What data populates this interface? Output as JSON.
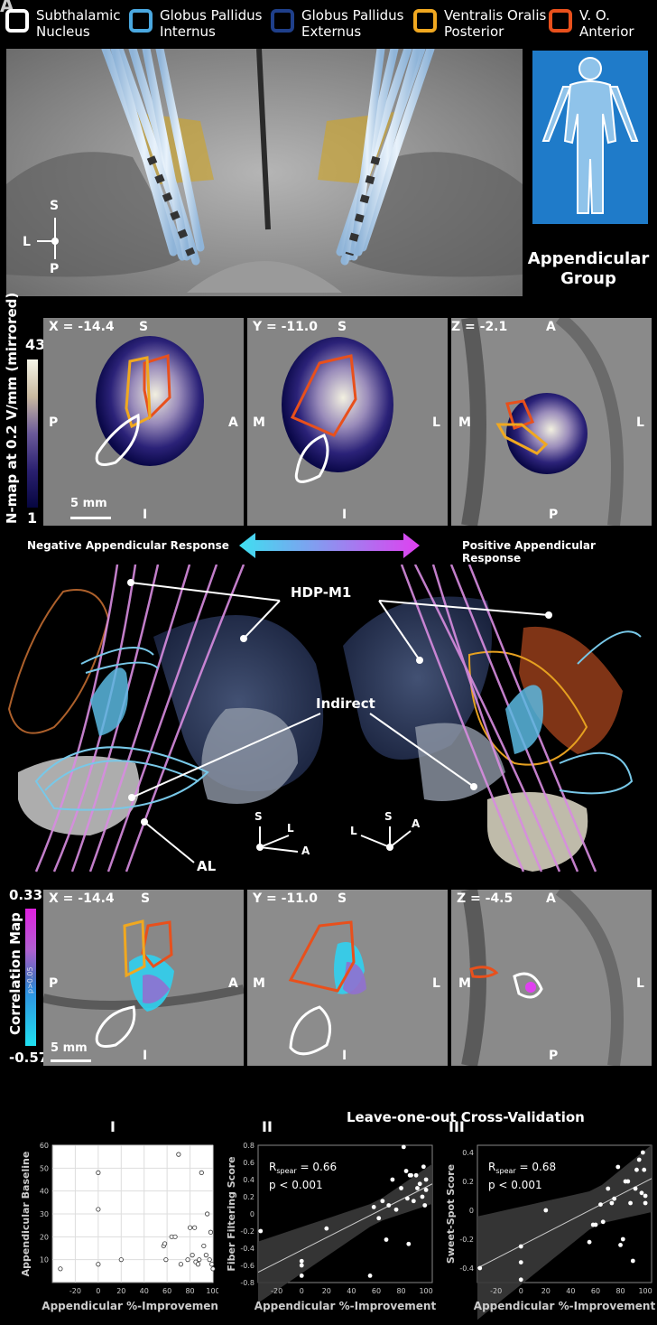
{
  "panel_letter": "A",
  "legend": [
    {
      "label": "Subthalamic\nNucleus",
      "color": "#ffffff"
    },
    {
      "label": "Globus Pallidus\nInternus",
      "color": "#4aa8e0"
    },
    {
      "label": "Globus Pallidus\nExternus",
      "color": "#1f3f8a"
    },
    {
      "label": "Ventralis Oralis\nPosterior",
      "color": "#f0a820"
    },
    {
      "label": "V. O.\nAnterior",
      "color": "#e8501c"
    }
  ],
  "top_compass": {
    "s": "S",
    "l": "L",
    "p": "P"
  },
  "group_label": "Appendicular\nGroup",
  "nmap": {
    "colorbar_max": "43",
    "colorbar_min": "1",
    "colorbar_label": "N-map at 0.2 V/mm (mirrored)",
    "scale": "5 mm",
    "slices": [
      {
        "coord": "X = -14.4",
        "top": "S",
        "bottom": "I",
        "left": "P",
        "right": "A"
      },
      {
        "coord": "Y = -11.0",
        "top": "S",
        "bottom": "I",
        "left": "M",
        "right": "L"
      },
      {
        "coord": "Z = -2.1",
        "top": "A",
        "bottom": "P",
        "left": "M",
        "right": "L"
      }
    ]
  },
  "response": {
    "negative": "Negative Appendicular Response",
    "positive": "Positive Appendicular Response"
  },
  "tract_labels": {
    "hdp": "HDP-M1",
    "indirect": "Indirect",
    "al": "AL"
  },
  "compass_left": {
    "s": "S",
    "l": "L",
    "a": "A"
  },
  "compass_right": {
    "l": "L",
    "s": "S",
    "a": "A"
  },
  "corr": {
    "colorbar_max": "0.33",
    "colorbar_min": "-0.57",
    "colorbar_label": "Correlation Map",
    "p_label": "p>0.05",
    "scale": "5 mm",
    "slices": [
      {
        "coord": "X = -14.4",
        "top": "S",
        "bottom": "I",
        "left": "P",
        "right": "A"
      },
      {
        "coord": "Y = -11.0",
        "top": "S",
        "bottom": "I",
        "left": "M",
        "right": "L"
      },
      {
        "coord": "Z = -4.5",
        "top": "A",
        "bottom": "P",
        "left": "M",
        "right": "L"
      }
    ]
  },
  "cv_title": "Leave-one-out Cross-Validation",
  "chart_data": [
    {
      "type": "scatter",
      "panel": "I",
      "xlabel": "Appendicular %-Improvement",
      "ylabel": "Appendicular Baseline",
      "xlim": [
        -40,
        100
      ],
      "ylim": [
        0,
        60
      ],
      "xticks": [
        -20,
        0,
        20,
        40,
        60,
        80,
        100
      ],
      "yticks": [
        10,
        20,
        30,
        40,
        50,
        60
      ],
      "grid": true,
      "points": [
        [
          -33,
          6
        ],
        [
          0,
          48
        ],
        [
          0,
          32
        ],
        [
          0,
          8
        ],
        [
          20,
          10
        ],
        [
          57,
          16
        ],
        [
          58,
          17
        ],
        [
          59,
          10
        ],
        [
          64,
          20
        ],
        [
          67,
          20
        ],
        [
          70,
          56
        ],
        [
          72,
          8
        ],
        [
          78,
          10
        ],
        [
          80,
          24
        ],
        [
          82,
          12
        ],
        [
          84,
          24
        ],
        [
          85,
          9
        ],
        [
          87,
          8
        ],
        [
          88,
          10
        ],
        [
          90,
          48
        ],
        [
          92,
          16
        ],
        [
          94,
          12
        ],
        [
          95,
          30
        ],
        [
          97,
          10
        ],
        [
          98,
          22
        ],
        [
          99,
          8
        ],
        [
          100,
          6
        ]
      ]
    },
    {
      "type": "scatter",
      "panel": "II",
      "xlabel": "Appendicular %-Improvement",
      "ylabel": "Fiber Filtering Score",
      "annotation_r": "R",
      "annotation_r_sub": "spear",
      "annotation_r_val": " = 0.66",
      "annotation_p": "p < 0.001",
      "xlim": [
        -35,
        105
      ],
      "ylim": [
        -0.8,
        0.8
      ],
      "xticks": [
        -20,
        0,
        20,
        40,
        60,
        80,
        100
      ],
      "yticks": [
        -0.8,
        -0.6,
        -0.4,
        -0.2,
        0,
        0.2,
        0.4,
        0.6,
        0.8
      ],
      "fit": [
        [
          -35,
          -0.68
        ],
        [
          105,
          0.35
        ]
      ],
      "points": [
        [
          -33,
          -0.2
        ],
        [
          0,
          -0.6
        ],
        [
          0,
          -0.55
        ],
        [
          0,
          -0.72
        ],
        [
          20,
          -0.17
        ],
        [
          55,
          -0.72
        ],
        [
          58,
          0.08
        ],
        [
          62,
          -0.05
        ],
        [
          65,
          0.15
        ],
        [
          68,
          -0.3
        ],
        [
          70,
          0.1
        ],
        [
          73,
          0.4
        ],
        [
          76,
          0.05
        ],
        [
          80,
          0.3
        ],
        [
          82,
          0.78
        ],
        [
          84,
          0.5
        ],
        [
          85,
          0.18
        ],
        [
          86,
          -0.35
        ],
        [
          87,
          0.45
        ],
        [
          88,
          0.45
        ],
        [
          90,
          0.15
        ],
        [
          92,
          0.45
        ],
        [
          93,
          0.3
        ],
        [
          95,
          0.35
        ],
        [
          97,
          0.2
        ],
        [
          98,
          0.55
        ],
        [
          100,
          0.4
        ],
        [
          100,
          0.28
        ],
        [
          99,
          0.1
        ]
      ]
    },
    {
      "type": "scatter",
      "panel": "III",
      "xlabel": "Appendicular %-Improvement",
      "ylabel": "Sweet-Spot Score",
      "annotation_r": "R",
      "annotation_r_sub": "spear",
      "annotation_r_val": " = 0.68",
      "annotation_p": "p < 0.001",
      "xlim": [
        -35,
        105
      ],
      "ylim": [
        -0.5,
        0.45
      ],
      "xticks": [
        -20,
        0,
        20,
        40,
        60,
        80,
        100
      ],
      "yticks": [
        -0.4,
        -0.2,
        0,
        0.2,
        0.4
      ],
      "fit": [
        [
          -35,
          -0.4
        ],
        [
          105,
          0.22
        ]
      ],
      "points": [
        [
          -33,
          -0.4
        ],
        [
          0,
          -0.48
        ],
        [
          0,
          -0.36
        ],
        [
          0,
          -0.25
        ],
        [
          20,
          0
        ],
        [
          55,
          -0.22
        ],
        [
          58,
          -0.1
        ],
        [
          60,
          -0.1
        ],
        [
          64,
          0.04
        ],
        [
          66,
          -0.08
        ],
        [
          70,
          0.15
        ],
        [
          73,
          0.05
        ],
        [
          75,
          0.08
        ],
        [
          78,
          0.3
        ],
        [
          80,
          -0.24
        ],
        [
          82,
          -0.2
        ],
        [
          84,
          0.2
        ],
        [
          86,
          0.2
        ],
        [
          88,
          0.05
        ],
        [
          90,
          -0.35
        ],
        [
          92,
          0.15
        ],
        [
          93,
          0.28
        ],
        [
          95,
          0.35
        ],
        [
          97,
          0.12
        ],
        [
          98,
          0.4
        ],
        [
          100,
          0.1
        ],
        [
          100,
          0.05
        ],
        [
          99,
          0.28
        ]
      ]
    }
  ]
}
